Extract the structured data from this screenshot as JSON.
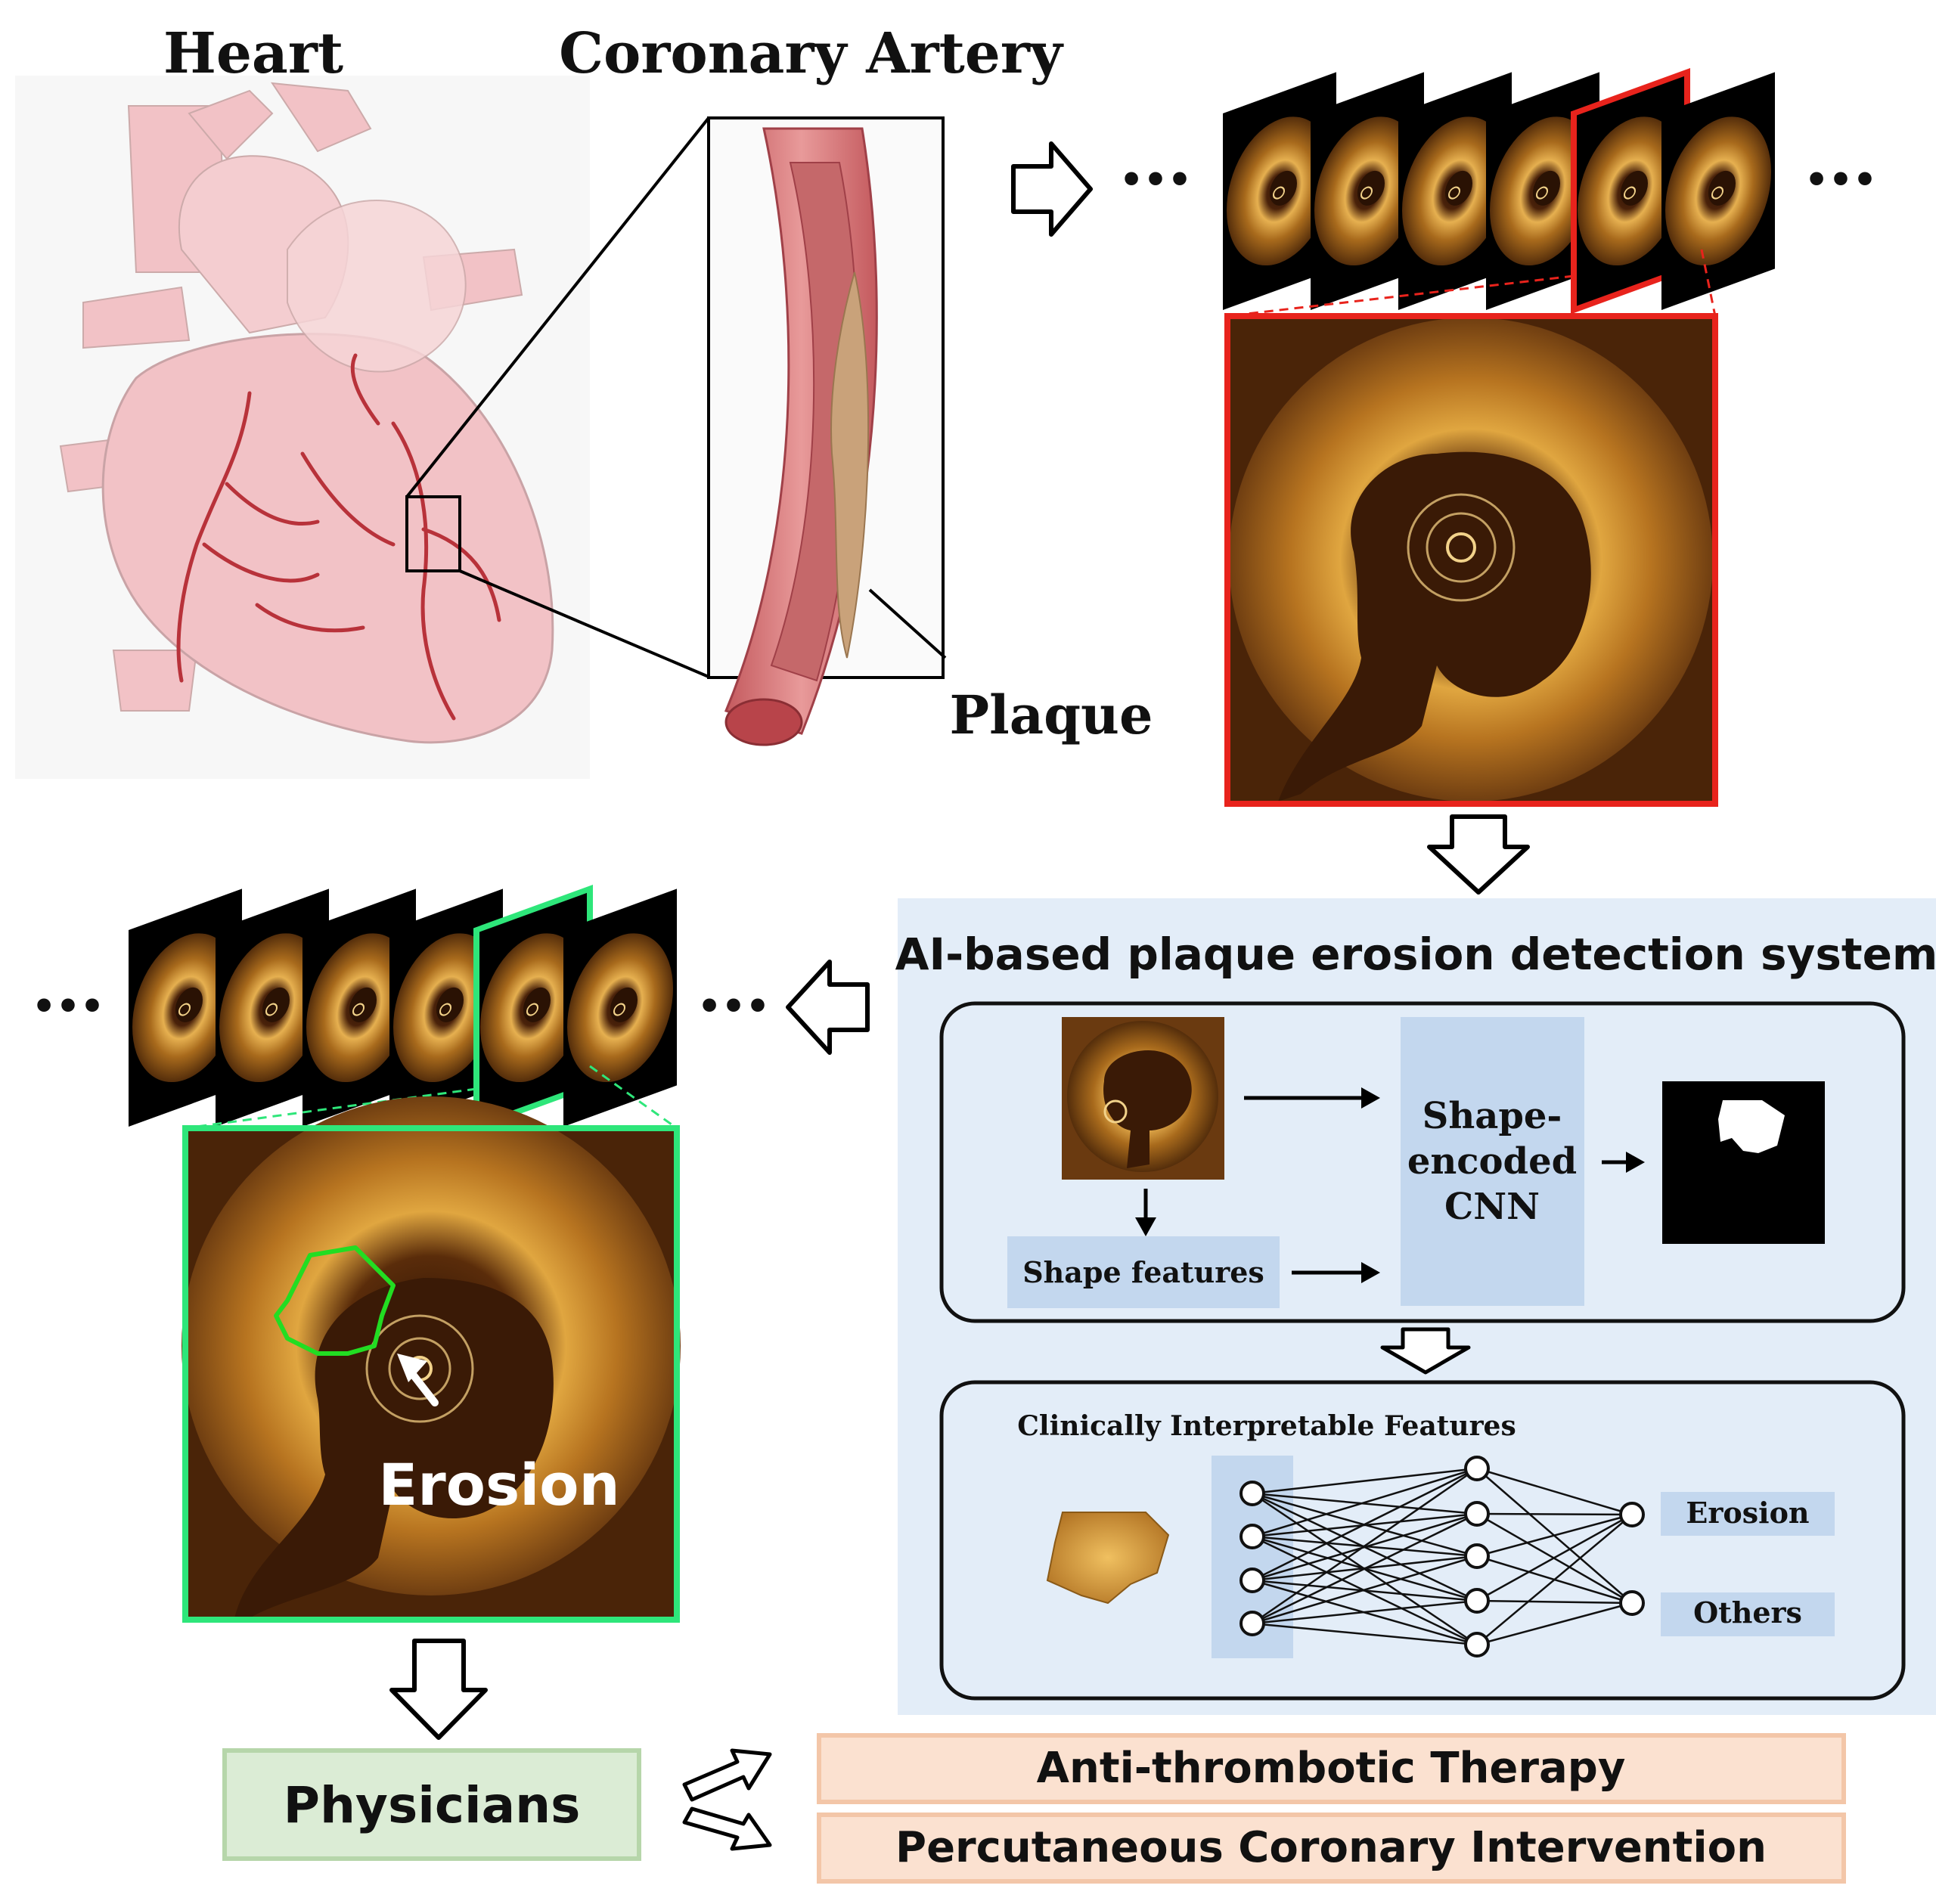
{
  "labels": {
    "heart": "Heart",
    "coronary_artery": "Coronary Artery",
    "plaque": "Plaque",
    "erosion_overlay": "Erosion",
    "system_title": "AI-based plaque erosion detection system",
    "cnn_line1": "Shape-",
    "cnn_line2": "encoded",
    "cnn_line3": "CNN",
    "shape_features": "Shape features",
    "clinical_features": "Clinically Interpretable Features",
    "out_erosion": "Erosion",
    "out_others": "Others",
    "physicians": "Physicians",
    "therapy1": "Anti-thrombotic Therapy",
    "therapy2": "Percutaneous Coronary Intervention",
    "ellipsis": "•••"
  },
  "colors": {
    "red_highlight": "#e8231c",
    "green_highlight": "#2ee67a",
    "system_panel_bg": "#e3edf8",
    "feature_box_bg": "#c3d7ee",
    "physicians_bg": "#dbecd5",
    "physicians_border": "#b6d6aa",
    "therapy_bg": "#fbe1d0",
    "therapy_border": "#f3c6a8",
    "oct_dark": "#3a1a06",
    "oct_tissue": "#c98a2a",
    "heart_fill": "#f2c2c6",
    "artery_red": "#b8323a",
    "plaque_tan": "#c9a27a"
  },
  "icons": [
    "outline-arrow-right-icon",
    "outline-arrow-down-icon",
    "outline-arrow-left-icon",
    "neural-network-icon",
    "heart-illustration",
    "artery-illustration",
    "oct-frame-icon",
    "mask-icon"
  ]
}
